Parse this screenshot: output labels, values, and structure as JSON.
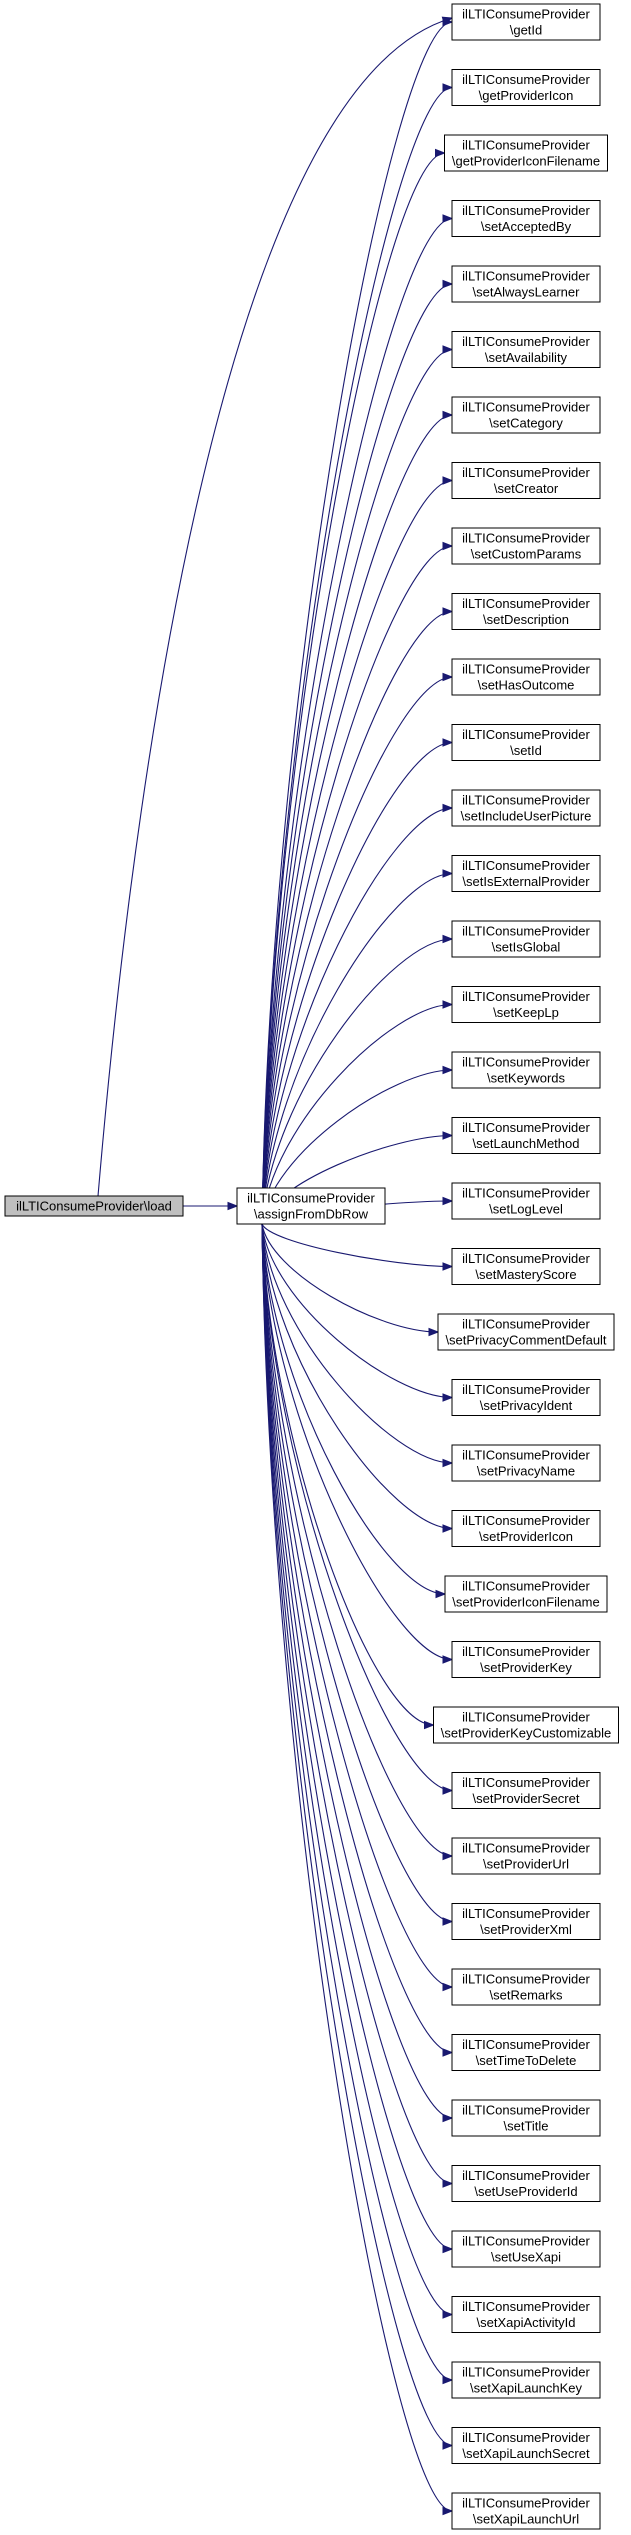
{
  "diagram": {
    "type": "call-graph",
    "colors": {
      "edge": "#191970",
      "node_fill": "#ffffff",
      "root_fill": "#bfbfbf",
      "border": "#000000"
    },
    "root": {
      "lines": [
        "ilLTIConsumeProvider\\load"
      ]
    },
    "hub": {
      "lines": [
        "ilLTIConsumeProvider",
        "\\assignFromDbRow"
      ]
    },
    "targets": [
      {
        "lines": [
          "ilLTIConsumeProvider",
          "\\getId"
        ]
      },
      {
        "lines": [
          "ilLTIConsumeProvider",
          "\\getProviderIcon"
        ]
      },
      {
        "lines": [
          "ilLTIConsumeProvider",
          "\\getProviderIconFilename"
        ]
      },
      {
        "lines": [
          "ilLTIConsumeProvider",
          "\\setAcceptedBy"
        ]
      },
      {
        "lines": [
          "ilLTIConsumeProvider",
          "\\setAlwaysLearner"
        ]
      },
      {
        "lines": [
          "ilLTIConsumeProvider",
          "\\setAvailability"
        ]
      },
      {
        "lines": [
          "ilLTIConsumeProvider",
          "\\setCategory"
        ]
      },
      {
        "lines": [
          "ilLTIConsumeProvider",
          "\\setCreator"
        ]
      },
      {
        "lines": [
          "ilLTIConsumeProvider",
          "\\setCustomParams"
        ]
      },
      {
        "lines": [
          "ilLTIConsumeProvider",
          "\\setDescription"
        ]
      },
      {
        "lines": [
          "ilLTIConsumeProvider",
          "\\setHasOutcome"
        ]
      },
      {
        "lines": [
          "ilLTIConsumeProvider",
          "\\setId"
        ]
      },
      {
        "lines": [
          "ilLTIConsumeProvider",
          "\\setIncludeUserPicture"
        ]
      },
      {
        "lines": [
          "ilLTIConsumeProvider",
          "\\setIsExternalProvider"
        ]
      },
      {
        "lines": [
          "ilLTIConsumeProvider",
          "\\setIsGlobal"
        ]
      },
      {
        "lines": [
          "ilLTIConsumeProvider",
          "\\setKeepLp"
        ]
      },
      {
        "lines": [
          "ilLTIConsumeProvider",
          "\\setKeywords"
        ]
      },
      {
        "lines": [
          "ilLTIConsumeProvider",
          "\\setLaunchMethod"
        ]
      },
      {
        "lines": [
          "ilLTIConsumeProvider",
          "\\setLogLevel"
        ]
      },
      {
        "lines": [
          "ilLTIConsumeProvider",
          "\\setMasteryScore"
        ]
      },
      {
        "lines": [
          "ilLTIConsumeProvider",
          "\\setPrivacyCommentDefault"
        ]
      },
      {
        "lines": [
          "ilLTIConsumeProvider",
          "\\setPrivacyIdent"
        ]
      },
      {
        "lines": [
          "ilLTIConsumeProvider",
          "\\setPrivacyName"
        ]
      },
      {
        "lines": [
          "ilLTIConsumeProvider",
          "\\setProviderIcon"
        ]
      },
      {
        "lines": [
          "ilLTIConsumeProvider",
          "\\setProviderIconFilename"
        ]
      },
      {
        "lines": [
          "ilLTIConsumeProvider",
          "\\setProviderKey"
        ]
      },
      {
        "lines": [
          "ilLTIConsumeProvider",
          "\\setProviderKeyCustomizable"
        ]
      },
      {
        "lines": [
          "ilLTIConsumeProvider",
          "\\setProviderSecret"
        ]
      },
      {
        "lines": [
          "ilLTIConsumeProvider",
          "\\setProviderUrl"
        ]
      },
      {
        "lines": [
          "ilLTIConsumeProvider",
          "\\setProviderXml"
        ]
      },
      {
        "lines": [
          "ilLTIConsumeProvider",
          "\\setRemarks"
        ]
      },
      {
        "lines": [
          "ilLTIConsumeProvider",
          "\\setTimeToDelete"
        ]
      },
      {
        "lines": [
          "ilLTIConsumeProvider",
          "\\setTitle"
        ]
      },
      {
        "lines": [
          "ilLTIConsumeProvider",
          "\\setUseProviderId"
        ]
      },
      {
        "lines": [
          "ilLTIConsumeProvider",
          "\\setUseXapi"
        ]
      },
      {
        "lines": [
          "ilLTIConsumeProvider",
          "\\setXapiActivityId"
        ]
      },
      {
        "lines": [
          "ilLTIConsumeProvider",
          "\\setXapiLaunchKey"
        ]
      },
      {
        "lines": [
          "ilLTIConsumeProvider",
          "\\setXapiLaunchSecret"
        ]
      },
      {
        "lines": [
          "ilLTIConsumeProvider",
          "\\setXapiLaunchUrl"
        ]
      }
    ],
    "edges": [
      {
        "from": "root",
        "to": "hub"
      },
      {
        "from": "root",
        "to": "target:0"
      },
      {
        "from": "hub",
        "to": "all-targets"
      }
    ]
  }
}
